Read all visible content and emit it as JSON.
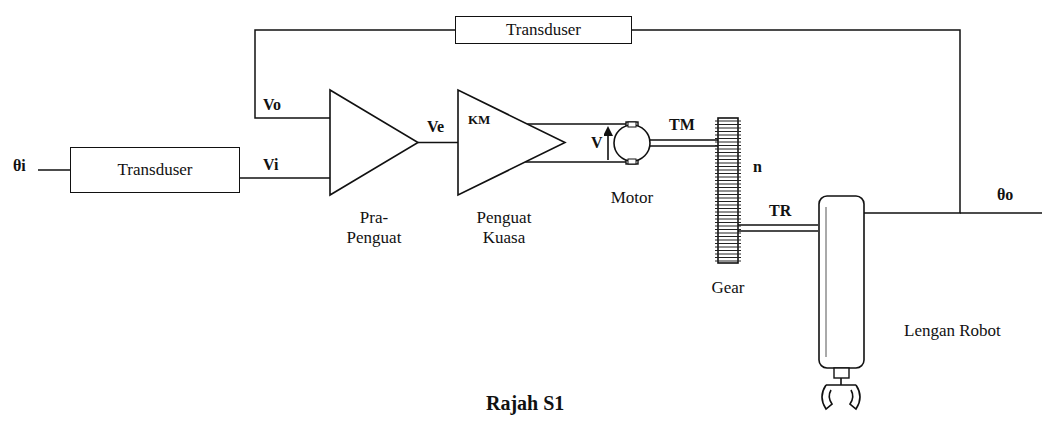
{
  "diagram": {
    "caption": "Rajah S1",
    "nodes": [
      {
        "text": [
          "Transduser"
        ]
      },
      {
        "text": [
          "Transduser"
        ]
      },
      {
        "text": [
          "Pra- Penguat"
        ]
      },
      {
        "text": [
          "KM",
          "Penguat Kuasa"
        ]
      },
      {
        "text": [
          "Motor"
        ]
      },
      {
        "text": [
          "Gear"
        ]
      },
      {
        "text": [
          "Lengan Robot"
        ]
      }
    ],
    "edges": [
      {
        "from": 1,
        "to": 2,
        "arrow": "none"
      },
      {
        "from": 2,
        "to": 3,
        "label": "Ve",
        "arrow": "none"
      },
      {
        "from": 3,
        "to": 4,
        "arrow": "none"
      },
      {
        "from": 4,
        "to": 5,
        "label": "TM",
        "arrow": "none"
      },
      {
        "from": 5,
        "to": 6,
        "label": "TR",
        "arrow": "none"
      },
      {
        "from": 6,
        "to": 0,
        "arrow": "none"
      },
      {
        "from": 0,
        "to": 2,
        "arrow": "none"
      }
    ],
    "labels": [
      "θi",
      "Vo",
      "Vi",
      "V",
      "n",
      "θo"
    ]
  }
}
